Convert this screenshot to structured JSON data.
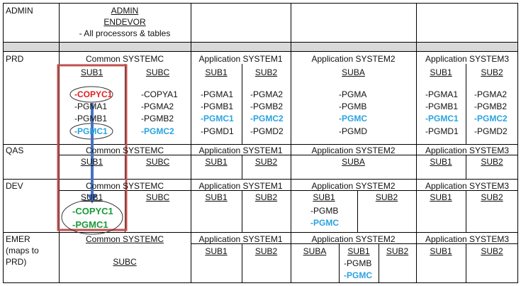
{
  "rows": {
    "admin": {
      "label": "ADMIN",
      "admin_title": "ADMIN",
      "endevor_title": "ENDEVOR",
      "endevor_desc": "- All processors & tables"
    },
    "prd": {
      "label": "PRD",
      "common": "Common SYSTEMC",
      "app1": "Application SYSTEM1",
      "app2": "Application SYSTEM2",
      "app3": "Application SYSTEM3",
      "sub1": "SUB1",
      "subc": "SUBC",
      "sub2": "SUB2",
      "suba": "SUBA",
      "c_sub1": [
        "-COPYC1",
        "-PGMA1",
        "-PGMB1",
        "-PGMC1"
      ],
      "c_subc": [
        "-COPYA1",
        "-PGMA2",
        "-PGMB2",
        "-PGMC2"
      ],
      "a1_sub1": [
        "-PGMA1",
        "-PGMB1",
        "-PGMC1",
        "-PGMD1"
      ],
      "a1_sub2": [
        "-PGMA2",
        "-PGMB2",
        "-PGMC2",
        "-PGMD2"
      ],
      "a2_suba": [
        "-PGMA",
        "-PGMB",
        "-PGMC",
        "-PGMD"
      ],
      "a3_sub1": [
        "-PGMA1",
        "-PGMB1",
        "-PGMC1",
        "-PGMD1"
      ],
      "a3_sub2": [
        "-PGMA2",
        "-PGMB2",
        "-PGMC2",
        "-PGMD2"
      ]
    },
    "qas": {
      "label": "QAS",
      "common": "Common SYSTEMC",
      "app1": "Application SYSTEM1",
      "app2": "Application SYSTEM2",
      "app3": "Application SYSTEM3",
      "sub1": "SUB1",
      "subc": "SUBC",
      "sub2": "SUB2",
      "suba": "SUBA"
    },
    "dev": {
      "label": "DEV",
      "common": "Common SYSTEMC",
      "app1": "Application SYSTEM1",
      "app2": "Application SYSTEM2",
      "app3": "Application SYSTEM3",
      "sub1": "SUB1",
      "subc": "SUBC",
      "sub2": "SUB2",
      "c_sub1": [
        "-COPYC1",
        "-PGMC1"
      ],
      "a2_sub1": [
        "-PGMB",
        "-PGMC"
      ]
    },
    "emer": {
      "label_lines": [
        "EMER",
        "(maps to",
        "PRD)"
      ],
      "common": "Common SYSTEMC",
      "app1": "Application SYSTEM1",
      "app2": "Application SYSTEM2",
      "app3": "Application SYSTEM3",
      "sub1": "SUB1",
      "subc": "SUBC",
      "sub2": "SUB2",
      "suba": "SUBA",
      "a2_sub1": [
        "-PGMB",
        "-PGMC"
      ]
    }
  },
  "colors": {
    "highlight_box": "#c0504d",
    "arrow": "#4472c4",
    "copy_red": "#e02020",
    "changed_blue": "#2aa3df",
    "dev_green": "#1a9a3a",
    "spacer_gray": "#d9d9d9"
  }
}
